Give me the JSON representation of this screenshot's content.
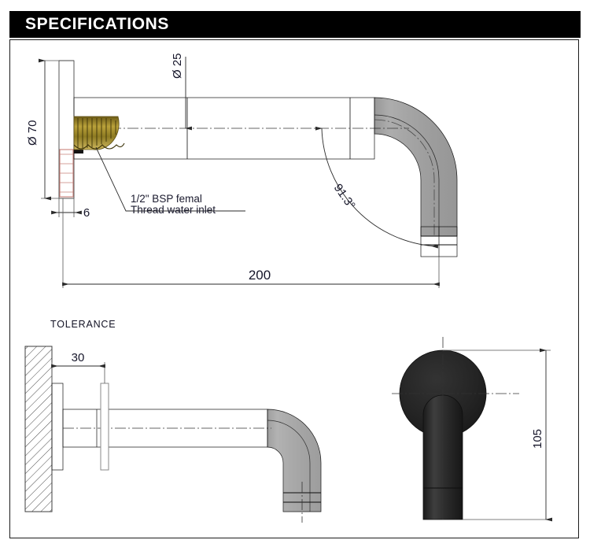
{
  "header": {
    "title": "SPECIFICATIONS"
  },
  "drawing": {
    "tolerance_label": "TOLERANCE",
    "callout": {
      "line1": "1/2\" BSP femal",
      "line2": "Thread water inlet"
    },
    "dimensions": {
      "diameter_25": "Ø 25",
      "diameter_70": "Ø 70",
      "thickness_6": "6",
      "angle": "91.3°",
      "length_200": "200",
      "projection_30": "30",
      "height_105": "105"
    }
  },
  "colors": {
    "header_bg": "#000000",
    "header_text": "#ffffff",
    "body_dark": "#2f2f2f",
    "body_darker": "#1d1d1d",
    "brass": "#9a8324",
    "dim_text": "#16162a",
    "frame_border": "#1b1b1b"
  },
  "icons": {
    "diameter_symbol": "diameter-icon",
    "degree_symbol": "degree-icon"
  }
}
